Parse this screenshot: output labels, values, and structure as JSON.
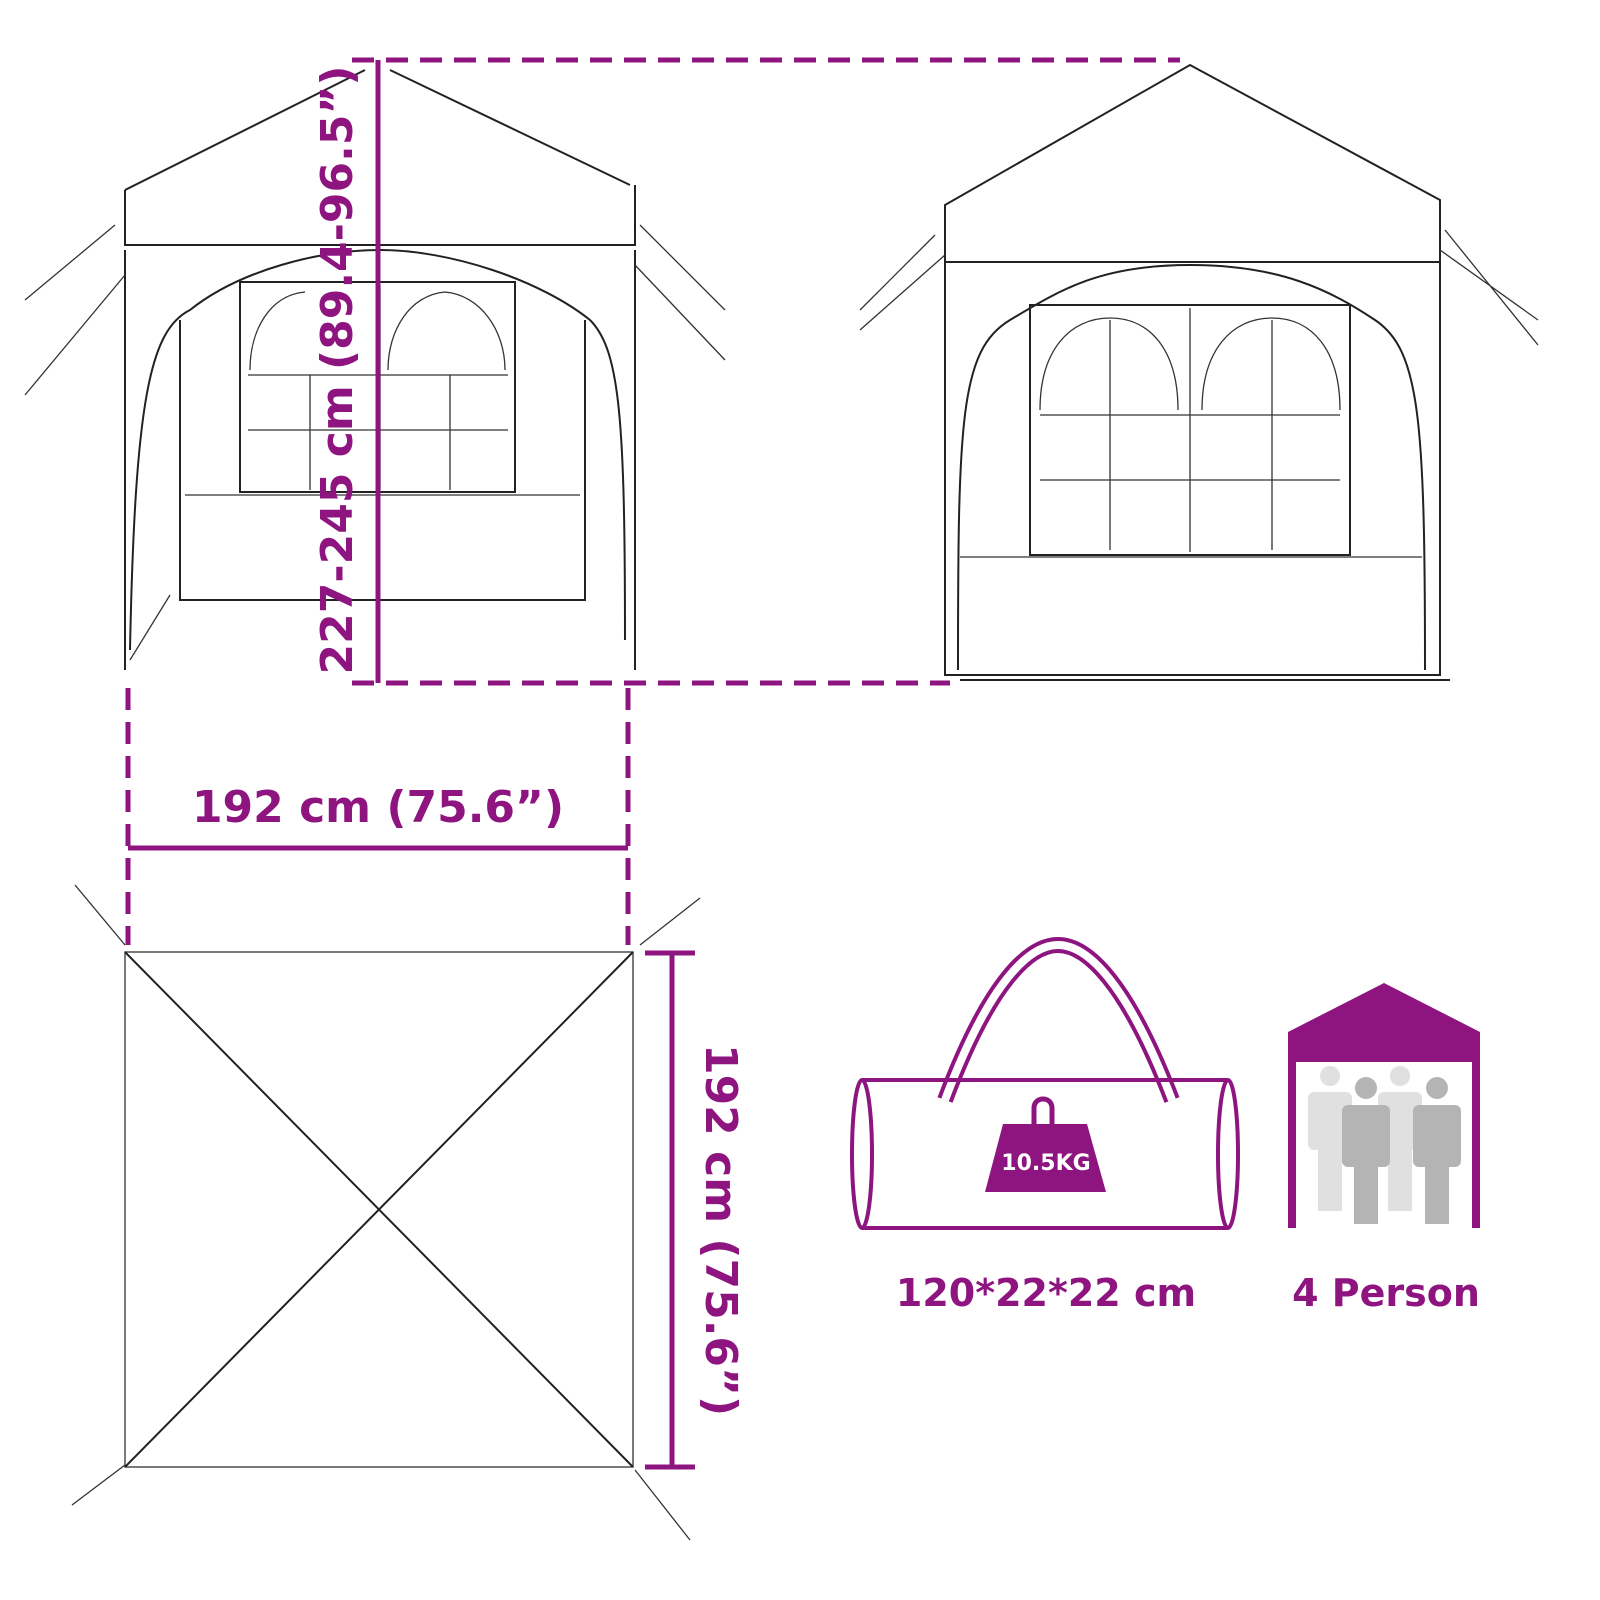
{
  "accent_color": "#8e1480",
  "dimensions": {
    "height_label": "227-245 cm (89.4-96.5”)",
    "width_label": "192 cm (75.6”)",
    "depth_label": "192 cm (75.6”)"
  },
  "package": {
    "weight_label": "10.5KG",
    "size_label": "120*22*22 cm",
    "icon": "carry-bag-icon"
  },
  "capacity": {
    "label": "4 Person",
    "icon": "tent-people-icon"
  }
}
